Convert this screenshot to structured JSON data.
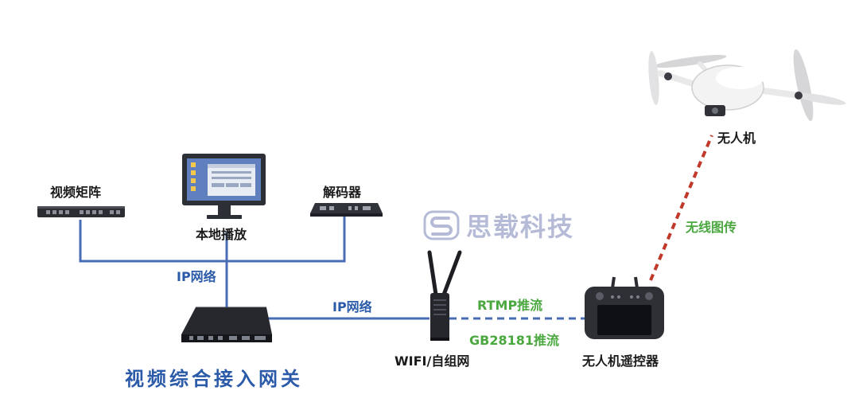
{
  "labels": {
    "video_matrix": "视频矩阵",
    "local_playback": "本地播放",
    "decoder": "解码器",
    "ip_network_left": "IP网络",
    "ip_network_mid": "IP网络",
    "gateway": "视频综合接入网关",
    "wifi": "WIFI/自组网",
    "rtmp": "RTMP推流",
    "gb28181": "GB28181推流",
    "drone": "无人机",
    "wireless": "无线图传",
    "controller": "无人机遥控器"
  },
  "watermark": "思载科技",
  "colors": {
    "link_blue": "#4a6cb5",
    "label_blue": "#2b5aa8",
    "label_green": "#4aa83f",
    "wireless_red": "#c0392b"
  }
}
